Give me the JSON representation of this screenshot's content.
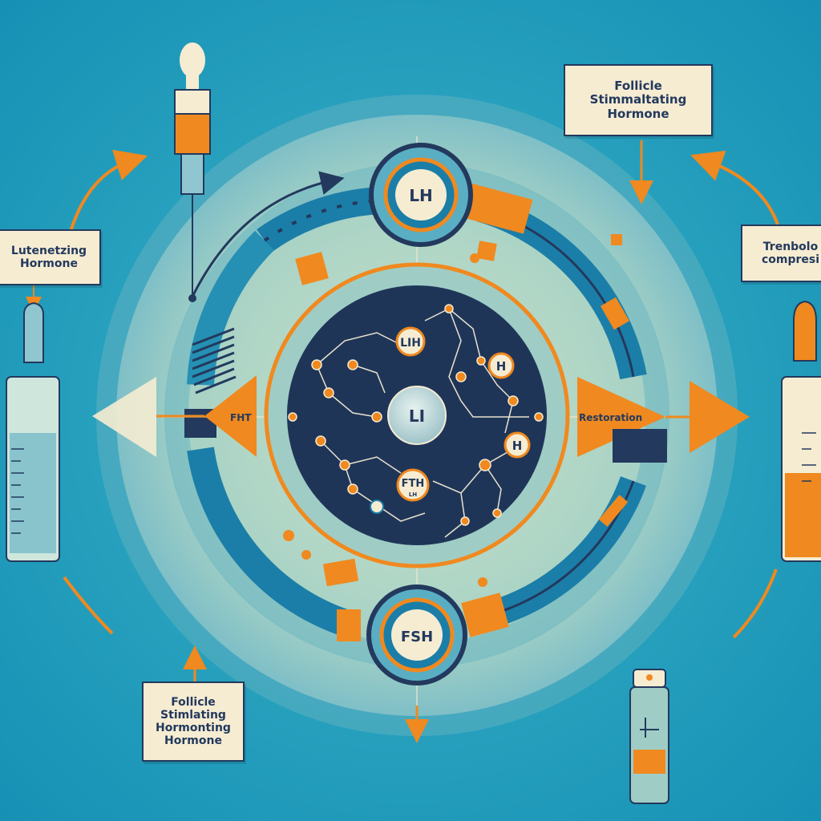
{
  "labels": {
    "top_right": [
      "Follicle",
      "Stimmaltating",
      "Hormone"
    ],
    "left": [
      "Lutenetzing",
      "Hormone"
    ],
    "right": [
      "Trenbolo",
      "compresi"
    ],
    "bottom_left": [
      "Follicle",
      "Stimlating",
      "Hormonting",
      "Hormone"
    ]
  },
  "nodes": {
    "top": "LH",
    "bottom": "FSH",
    "center": "LI",
    "inner_top": "LIH",
    "inner_right": "H",
    "inner_right_lower": "H",
    "inner_bottom": "FTH",
    "inner_bottom_sub": "LH"
  },
  "side_labels": {
    "left": "FHT",
    "right": "Restoration"
  },
  "colors": {
    "background": "#1797b9",
    "outer_ring": "#9ac8c0",
    "inner_disc": "#1f3558",
    "accent_orange": "#f0891f",
    "navy": "#23395d",
    "cream": "#f6ecd2"
  }
}
